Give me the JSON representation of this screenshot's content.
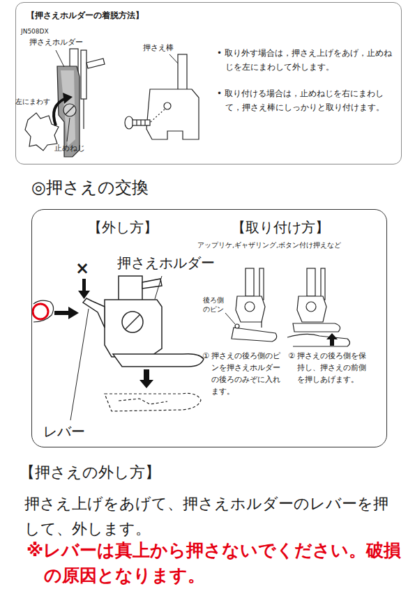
{
  "diagram": {
    "title": "◎押さえの交換",
    "nodes": [
      {
        "text": [
          "【押さえホルダーの着脱方法】",
          "• 取り外す場合は，押さえ上げをあげ，止めねじを左にまわして外します。",
          "• 取り付ける場合は，止めねじを右にまわして，押さえ棒にしっかりと取り付けます。"
        ]
      },
      {
        "text": [
          "【外し方】",
          "【取り付け方】"
        ]
      }
    ],
    "labels": [
      "JN508DX",
      "押さえホルダー",
      "左にまわす",
      "止めねじ",
      "押さえ棒",
      "アップリケ,ギャザリング,ボタン付け押えなど",
      "×",
      "押さえホルダー",
      "レバー",
      "後ろ側のピン",
      "① 押さえの後ろ側のピンを押さえホルダーの後ろのみぞに入れます。",
      "② 押さえの後ろ側を保持し、押さえの前側を押しあげます。",
      "【押さえの外し方】",
      "押さえ上げをあげて、押さえホルダーのレバーを押して、外します。",
      "※レバーは真上から押さないでください。破損の原因となります。"
    ]
  }
}
